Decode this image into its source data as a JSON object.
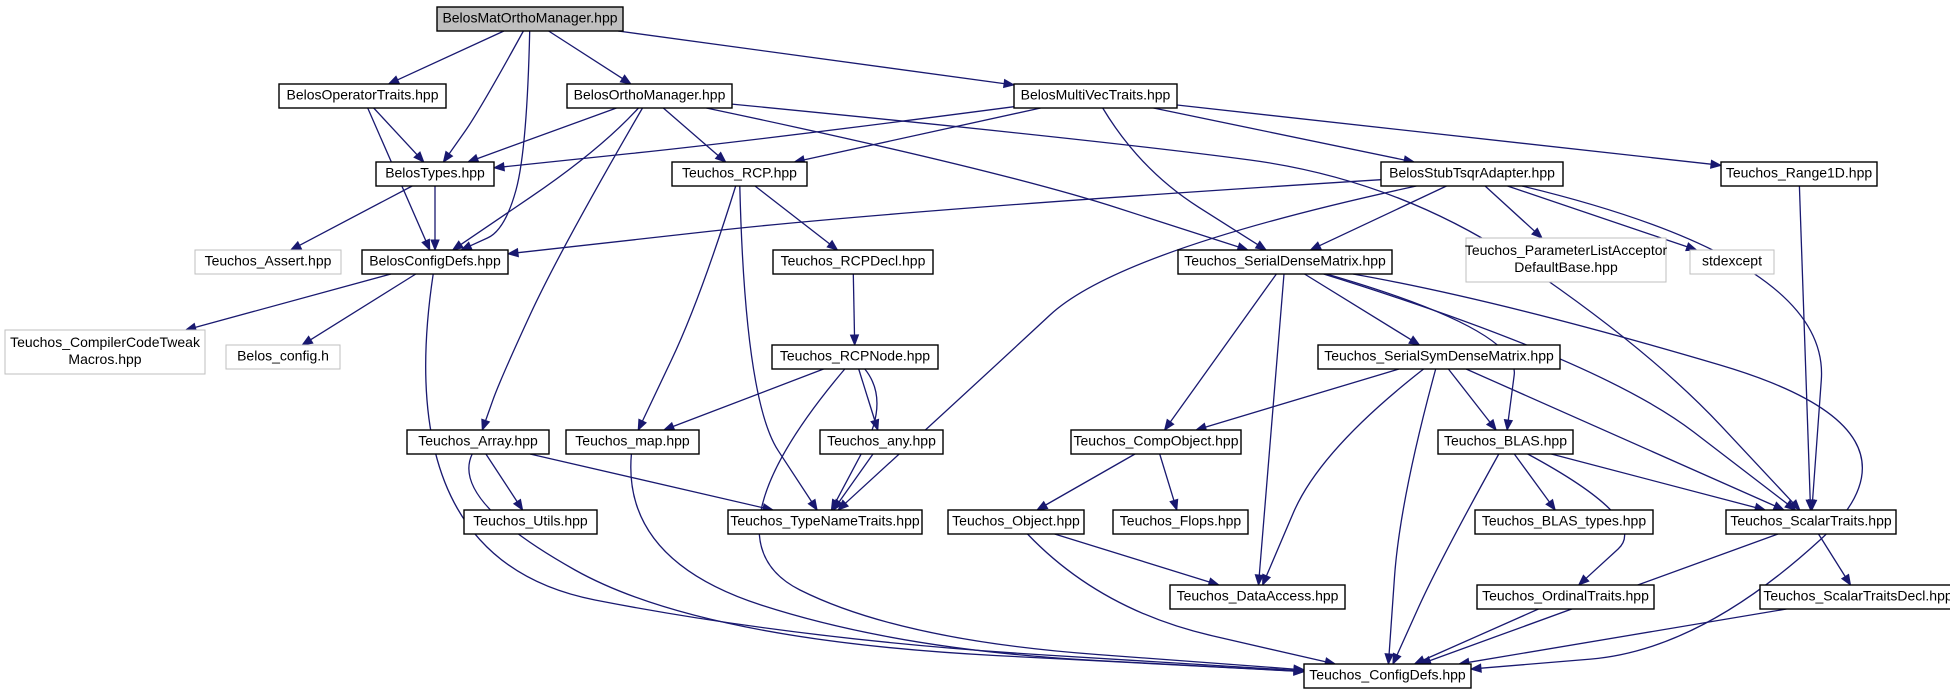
{
  "colors": {
    "edge": "#191970",
    "node_border": "#000000",
    "external_node_border": "#bfbfbf",
    "root_fill": "#bfbfbf",
    "background": "#ffffff"
  },
  "nodes": [
    {
      "id": "root",
      "lines": [
        "BelosMatOrthoManager.hpp"
      ],
      "style": "root"
    },
    {
      "id": "optraits",
      "lines": [
        "BelosOperatorTraits.hpp"
      ],
      "style": "normal"
    },
    {
      "id": "orthomgr",
      "lines": [
        "BelosOrthoManager.hpp"
      ],
      "style": "normal"
    },
    {
      "id": "multivec",
      "lines": [
        "BelosMultiVecTraits.hpp"
      ],
      "style": "normal"
    },
    {
      "id": "types",
      "lines": [
        "BelosTypes.hpp"
      ],
      "style": "normal"
    },
    {
      "id": "rcp",
      "lines": [
        "Teuchos_RCP.hpp"
      ],
      "style": "normal"
    },
    {
      "id": "stubtsqr",
      "lines": [
        "BelosStubTsqrAdapter.hpp"
      ],
      "style": "normal"
    },
    {
      "id": "range1d",
      "lines": [
        "Teuchos_Range1D.hpp"
      ],
      "style": "normal"
    },
    {
      "id": "assert",
      "lines": [
        "Teuchos_Assert.hpp"
      ],
      "style": "external"
    },
    {
      "id": "configdefs",
      "lines": [
        "BelosConfigDefs.hpp"
      ],
      "style": "normal"
    },
    {
      "id": "rcpdecl",
      "lines": [
        "Teuchos_RCPDecl.hpp"
      ],
      "style": "normal"
    },
    {
      "id": "serialdense",
      "lines": [
        "Teuchos_SerialDenseMatrix.hpp"
      ],
      "style": "normal"
    },
    {
      "id": "plistacceptor",
      "lines": [
        "Teuchos_ParameterListAcceptor",
        "DefaultBase.hpp"
      ],
      "style": "external"
    },
    {
      "id": "stdexcept",
      "lines": [
        "stdexcept"
      ],
      "style": "external"
    },
    {
      "id": "compilercode",
      "lines": [
        "Teuchos_CompilerCodeTweak",
        "Macros.hpp"
      ],
      "style": "external"
    },
    {
      "id": "belosconfig",
      "lines": [
        "Belos_config.h"
      ],
      "style": "external"
    },
    {
      "id": "rcpnode",
      "lines": [
        "Teuchos_RCPNode.hpp"
      ],
      "style": "normal"
    },
    {
      "id": "serialsym",
      "lines": [
        "Teuchos_SerialSymDenseMatrix.hpp"
      ],
      "style": "normal"
    },
    {
      "id": "array",
      "lines": [
        "Teuchos_Array.hpp"
      ],
      "style": "normal"
    },
    {
      "id": "map",
      "lines": [
        "Teuchos_map.hpp"
      ],
      "style": "normal"
    },
    {
      "id": "any",
      "lines": [
        "Teuchos_any.hpp"
      ],
      "style": "normal"
    },
    {
      "id": "compobject",
      "lines": [
        "Teuchos_CompObject.hpp"
      ],
      "style": "normal"
    },
    {
      "id": "blas",
      "lines": [
        "Teuchos_BLAS.hpp"
      ],
      "style": "normal"
    },
    {
      "id": "utils",
      "lines": [
        "Teuchos_Utils.hpp"
      ],
      "style": "normal"
    },
    {
      "id": "typename",
      "lines": [
        "Teuchos_TypeNameTraits.hpp"
      ],
      "style": "normal"
    },
    {
      "id": "object",
      "lines": [
        "Teuchos_Object.hpp"
      ],
      "style": "normal"
    },
    {
      "id": "flops",
      "lines": [
        "Teuchos_Flops.hpp"
      ],
      "style": "normal"
    },
    {
      "id": "blastypes",
      "lines": [
        "Teuchos_BLAS_types.hpp"
      ],
      "style": "normal"
    },
    {
      "id": "scalartraits",
      "lines": [
        "Teuchos_ScalarTraits.hpp"
      ],
      "style": "normal"
    },
    {
      "id": "dataaccess",
      "lines": [
        "Teuchos_DataAccess.hpp"
      ],
      "style": "normal"
    },
    {
      "id": "ordinaltraits",
      "lines": [
        "Teuchos_OrdinalTraits.hpp"
      ],
      "style": "normal"
    },
    {
      "id": "scalartraitsdecl",
      "lines": [
        "Teuchos_ScalarTraitsDecl.hpp"
      ],
      "style": "normal"
    },
    {
      "id": "teuchosconfigdefs",
      "lines": [
        "Teuchos_ConfigDefs.hpp"
      ],
      "style": "normal"
    }
  ],
  "edges": [
    {
      "from": "root",
      "to": "optraits"
    },
    {
      "from": "root",
      "to": "types"
    },
    {
      "from": "root",
      "to": "configdefs"
    },
    {
      "from": "root",
      "to": "orthomgr"
    },
    {
      "from": "root",
      "to": "multivec"
    },
    {
      "from": "optraits",
      "to": "types"
    },
    {
      "from": "optraits",
      "to": "configdefs"
    },
    {
      "from": "orthomgr",
      "to": "types"
    },
    {
      "from": "orthomgr",
      "to": "configdefs"
    },
    {
      "from": "orthomgr",
      "to": "rcp"
    },
    {
      "from": "orthomgr",
      "to": "serialdense"
    },
    {
      "from": "orthomgr",
      "to": "array"
    },
    {
      "from": "orthomgr",
      "to": "scalartraits"
    },
    {
      "from": "multivec",
      "to": "types"
    },
    {
      "from": "multivec",
      "to": "rcp"
    },
    {
      "from": "multivec",
      "to": "serialdense"
    },
    {
      "from": "multivec",
      "to": "stubtsqr"
    },
    {
      "from": "multivec",
      "to": "range1d"
    },
    {
      "from": "types",
      "to": "assert"
    },
    {
      "from": "types",
      "to": "configdefs"
    },
    {
      "from": "configdefs",
      "to": "compilercode"
    },
    {
      "from": "configdefs",
      "to": "belosconfig"
    },
    {
      "from": "configdefs",
      "to": "teuchosconfigdefs"
    },
    {
      "from": "rcp",
      "to": "rcpdecl"
    },
    {
      "from": "rcp",
      "to": "map"
    },
    {
      "from": "rcp",
      "to": "typename"
    },
    {
      "from": "rcpdecl",
      "to": "rcpnode"
    },
    {
      "from": "rcpnode",
      "to": "map"
    },
    {
      "from": "rcpnode",
      "to": "any"
    },
    {
      "from": "rcpnode",
      "to": "typename"
    },
    {
      "from": "rcpnode",
      "to": "teuchosconfigdefs"
    },
    {
      "from": "any",
      "to": "typename"
    },
    {
      "from": "map",
      "to": "teuchosconfigdefs"
    },
    {
      "from": "array",
      "to": "utils"
    },
    {
      "from": "array",
      "to": "typename"
    },
    {
      "from": "array",
      "to": "teuchosconfigdefs"
    },
    {
      "from": "stubtsqr",
      "to": "configdefs"
    },
    {
      "from": "stubtsqr",
      "to": "serialdense"
    },
    {
      "from": "stubtsqr",
      "to": "plistacceptor"
    },
    {
      "from": "stubtsqr",
      "to": "stdexcept"
    },
    {
      "from": "stubtsqr",
      "to": "scalartraits"
    },
    {
      "from": "stubtsqr",
      "to": "typename"
    },
    {
      "from": "range1d",
      "to": "scalartraits"
    },
    {
      "from": "serialdense",
      "to": "compobject"
    },
    {
      "from": "serialdense",
      "to": "dataaccess"
    },
    {
      "from": "serialdense",
      "to": "serialsym"
    },
    {
      "from": "serialdense",
      "to": "blas"
    },
    {
      "from": "serialdense",
      "to": "scalartraits"
    },
    {
      "from": "serialdense",
      "to": "teuchosconfigdefs"
    },
    {
      "from": "serialsym",
      "to": "compobject"
    },
    {
      "from": "serialsym",
      "to": "blas"
    },
    {
      "from": "serialsym",
      "to": "scalartraits"
    },
    {
      "from": "serialsym",
      "to": "dataaccess"
    },
    {
      "from": "serialsym",
      "to": "teuchosconfigdefs"
    },
    {
      "from": "compobject",
      "to": "object"
    },
    {
      "from": "compobject",
      "to": "flops"
    },
    {
      "from": "object",
      "to": "dataaccess"
    },
    {
      "from": "object",
      "to": "teuchosconfigdefs"
    },
    {
      "from": "blas",
      "to": "blastypes"
    },
    {
      "from": "blas",
      "to": "scalartraits"
    },
    {
      "from": "blas",
      "to": "ordinaltraits"
    },
    {
      "from": "blas",
      "to": "teuchosconfigdefs"
    },
    {
      "from": "ordinaltraits",
      "to": "teuchosconfigdefs"
    },
    {
      "from": "scalartraits",
      "to": "scalartraitsdecl"
    },
    {
      "from": "scalartraits",
      "to": "teuchosconfigdefs"
    },
    {
      "from": "scalartraitsdecl",
      "to": "teuchosconfigdefs"
    }
  ]
}
